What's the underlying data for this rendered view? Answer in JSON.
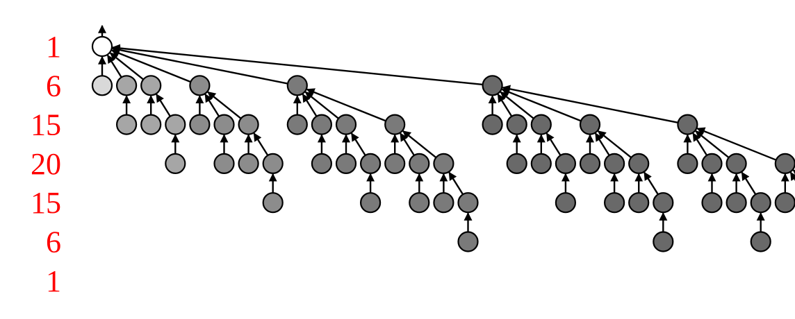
{
  "level_counts": [
    "1",
    "6",
    "15",
    "20",
    "15",
    "6",
    "1"
  ],
  "colors": {
    "label": "#ff0000",
    "edge": "#000000",
    "node_stroke": "#000000",
    "root": "#ffffff",
    "light": "#d9d9d9",
    "mid_light": "#a6a6a6",
    "mid": "#8c8c8c",
    "mid_dark": "#7a7a7a",
    "dark": "#696969"
  },
  "tree": {
    "description_levels": 7,
    "root_has_up_arrow": true,
    "children": [
      [
        5,
        "light",
        []
      ],
      [
        6,
        "mid_light",
        [
          [
            6,
            "mid_light",
            []
          ]
        ]
      ],
      [
        7,
        "mid_light",
        [
          [
            7,
            "mid_light",
            []
          ],
          [
            8,
            "mid_light",
            [
              [
                8,
                "mid_light",
                []
              ]
            ]
          ]
        ]
      ],
      [
        9,
        "mid",
        [
          [
            9,
            "mid",
            []
          ],
          [
            10,
            "mid",
            [
              [
                10,
                "mid",
                []
              ]
            ]
          ],
          [
            11,
            "mid",
            [
              [
                11,
                "mid",
                []
              ],
              [
                12,
                "mid",
                [
                  [
                    12,
                    "mid",
                    []
                  ]
                ]
              ]
            ]
          ]
        ]
      ],
      [
        13,
        "mid_dark",
        [
          [
            13,
            "mid_dark",
            []
          ],
          [
            14,
            "mid_dark",
            [
              [
                14,
                "mid_dark",
                []
              ]
            ]
          ],
          [
            15,
            "mid_dark",
            [
              [
                15,
                "mid_dark",
                []
              ],
              [
                16,
                "mid_dark",
                [
                  [
                    16,
                    "mid_dark",
                    []
                  ]
                ]
              ]
            ]
          ],
          [
            17,
            "mid_dark",
            [
              [
                17,
                "mid_dark",
                []
              ],
              [
                18,
                "mid_dark",
                [
                  [
                    18,
                    "mid_dark",
                    []
                  ]
                ]
              ],
              [
                19,
                "mid_dark",
                [
                  [
                    19,
                    "mid_dark",
                    []
                  ],
                  [
                    20,
                    "mid_dark",
                    [
                      [
                        20,
                        "mid_dark",
                        []
                      ]
                    ]
                  ]
                ]
              ]
            ]
          ]
        ]
      ],
      [
        21,
        "dark",
        [
          [
            21,
            "dark",
            []
          ],
          [
            22,
            "dark",
            [
              [
                22,
                "dark",
                []
              ]
            ]
          ],
          [
            23,
            "dark",
            [
              [
                23,
                "dark",
                []
              ],
              [
                24,
                "dark",
                [
                  [
                    24,
                    "dark",
                    []
                  ]
                ]
              ]
            ]
          ],
          [
            25,
            "dark",
            [
              [
                25,
                "dark",
                []
              ],
              [
                26,
                "dark",
                [
                  [
                    26,
                    "dark",
                    []
                  ]
                ]
              ],
              [
                27,
                "dark",
                [
                  [
                    27,
                    "dark",
                    []
                  ],
                  [
                    28,
                    "dark",
                    [
                      [
                        28,
                        "dark",
                        []
                      ]
                    ]
                  ]
                ]
              ]
            ]
          ],
          [
            29,
            "dark",
            [
              [
                29,
                "dark",
                []
              ],
              [
                30,
                "dark",
                [
                  [
                    30,
                    "dark",
                    []
                  ]
                ]
              ],
              [
                31,
                "dark",
                [
                  [
                    31,
                    "dark",
                    []
                  ],
                  [
                    32,
                    "dark",
                    [
                      [
                        32,
                        "dark",
                        []
                      ]
                    ]
                  ]
                ]
              ],
              [
                33,
                "dark",
                [
                  [
                    33,
                    "dark",
                    []
                  ],
                  [
                    34,
                    "dark",
                    [
                      [
                        34,
                        "dark",
                        []
                      ]
                    ]
                  ],
                  [
                    35,
                    "dark",
                    [
                      [
                        35,
                        "dark",
                        []
                      ],
                      [
                        36,
                        "dark",
                        [
                          [
                            36,
                            "dark",
                            []
                          ]
                        ]
                      ]
                    ]
                  ]
                ]
              ]
            ]
          ]
        ]
      ]
    ]
  }
}
